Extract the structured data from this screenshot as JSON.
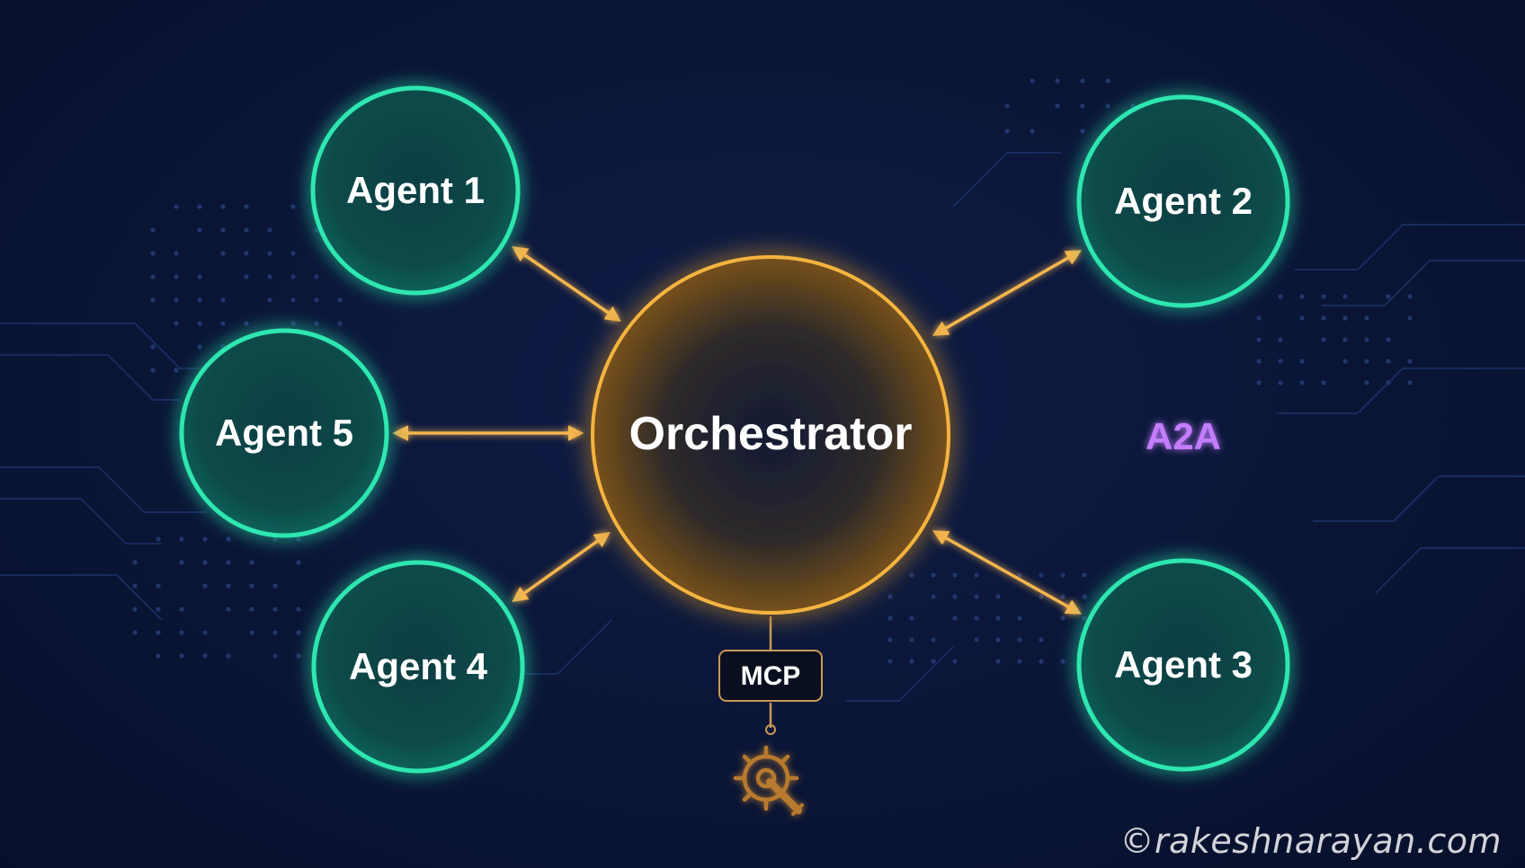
{
  "nodes": {
    "orchestrator": "Orchestrator",
    "agent_1": "Agent 1",
    "agent_2": "Agent 2",
    "agent_3": "Agent 3",
    "agent_4": "Agent 4",
    "agent_5": "Agent 5"
  },
  "labels": {
    "mcp": "MCP",
    "a2a": "A2A"
  },
  "icons": {
    "tools": "gear-wrench-icon"
  },
  "watermark": "©rakeshnarayan.com",
  "colors": {
    "background": "#0a1435",
    "agent_stroke": "#2ee6b0",
    "agent_fill": "#0b5a52",
    "orchestrator_stroke": "#f5b440",
    "orchestrator_fill": "#5a3a14",
    "connector": "#f3b54f",
    "a2a": "#b56cff",
    "mcp_box": "#0a0f1f",
    "text": "#ffffff"
  }
}
